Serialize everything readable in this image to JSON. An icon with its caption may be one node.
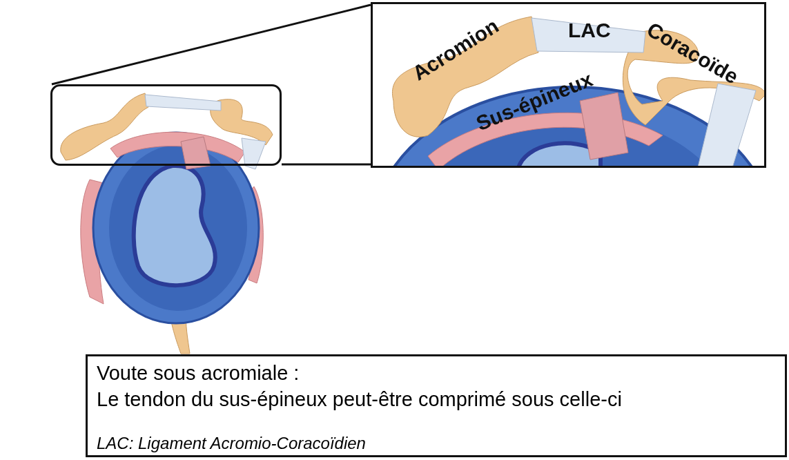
{
  "diagram": {
    "nodes": [
      {
        "text": [],
        "shape": "box"
      },
      {
        "text": [],
        "shape": "picture"
      },
      {
        "text": [
          "Voute sous acromiale :",
          "Le tendon du sus-épineux peut-être comprimé sous celle-ci",
          "LAC: Ligament Acromio-Coracoïdien"
        ]
      }
    ],
    "edges": [
      {
        "from": 0,
        "to": 1,
        "arrow": "none"
      }
    ],
    "labels": [
      "Acromion",
      "LAC",
      "Coracoïde",
      "Sus-épineux"
    ]
  }
}
